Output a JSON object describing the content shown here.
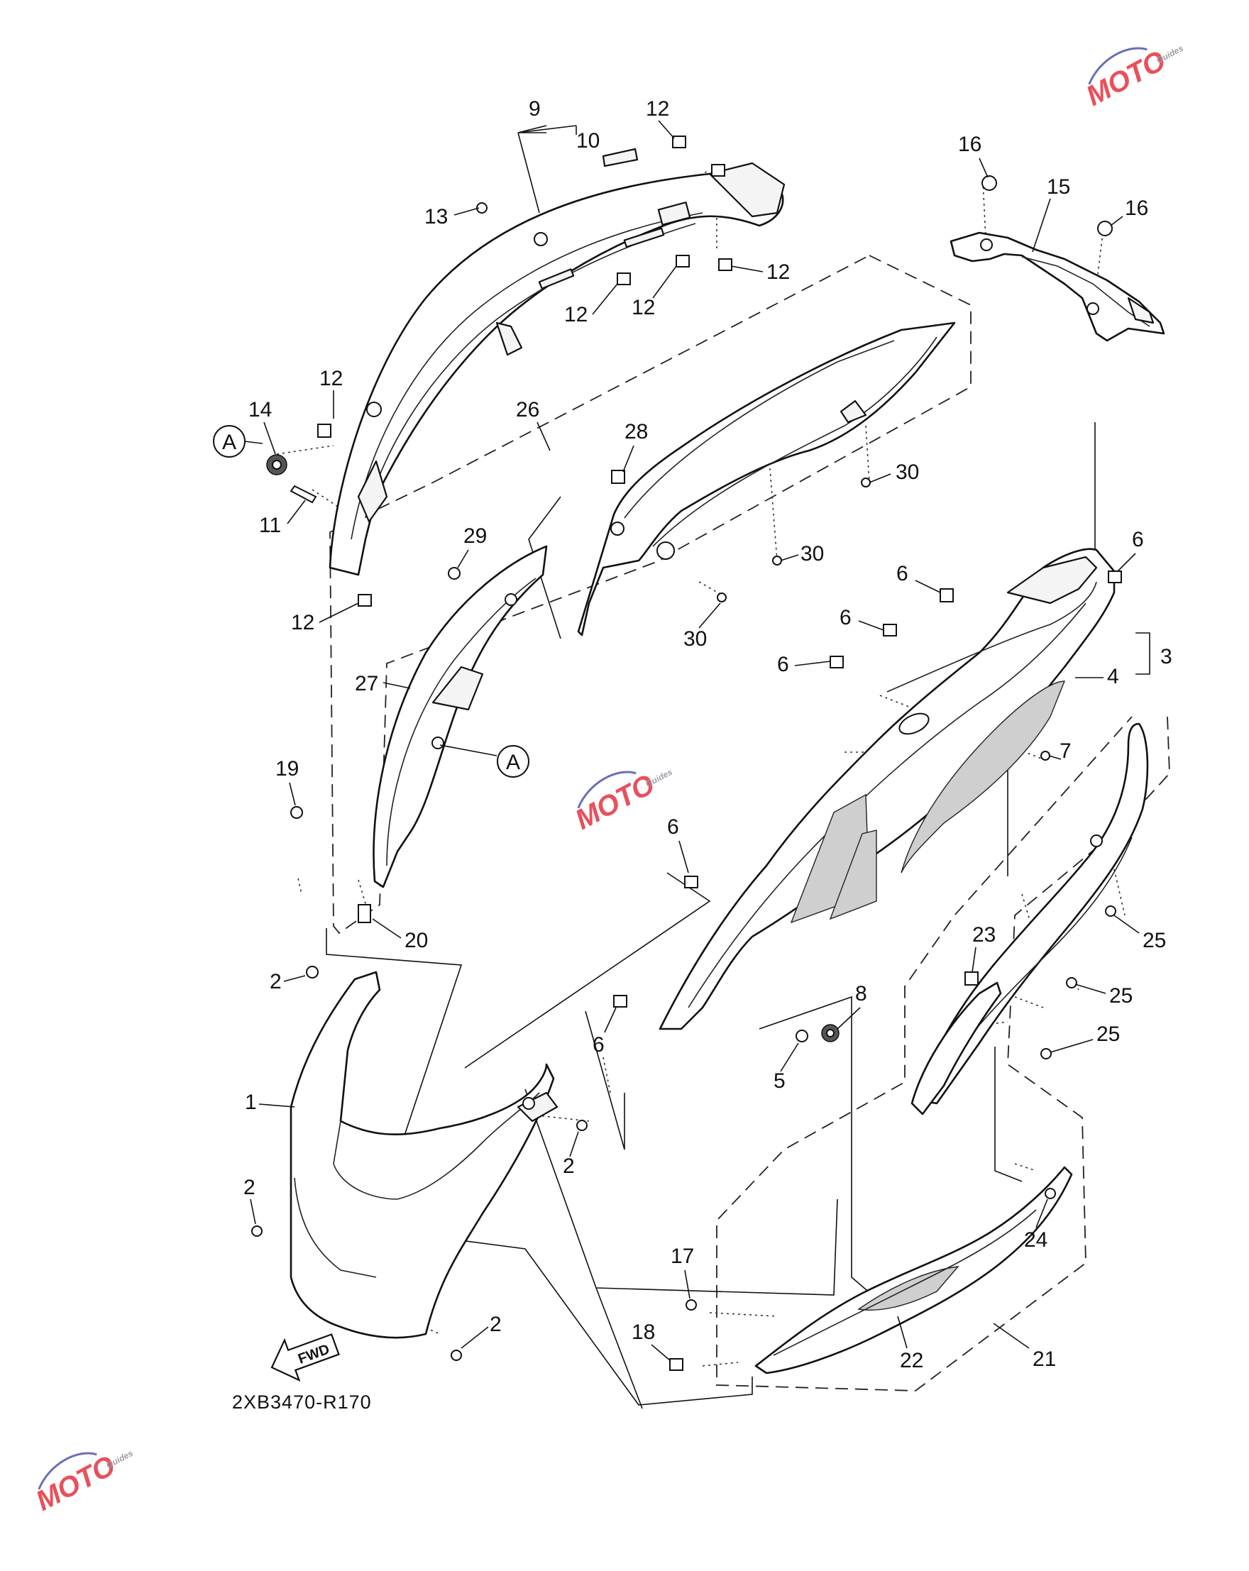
{
  "diagram_code": "2XB3470-R170",
  "fwd_arrow_label": "FWD",
  "reference_marker": "A",
  "watermark": {
    "text": "MOTO",
    "subtext": "Guides",
    "colors": [
      "#e8505b",
      "#6a6fb8",
      "#9aa0a6"
    ]
  },
  "part_labels": [
    "1",
    "2",
    "3",
    "4",
    "5",
    "6",
    "7",
    "8",
    "9",
    "10",
    "11",
    "12",
    "13",
    "14",
    "15",
    "16",
    "17",
    "18",
    "19",
    "20",
    "21",
    "22",
    "23",
    "24",
    "25",
    "26",
    "27",
    "28",
    "29",
    "30"
  ]
}
